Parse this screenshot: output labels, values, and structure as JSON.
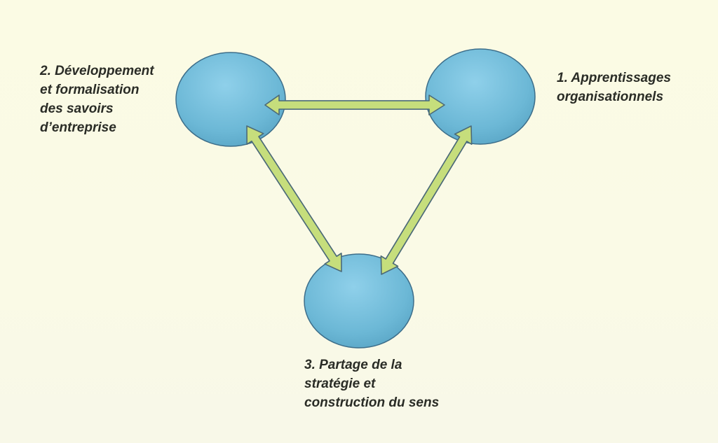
{
  "diagram": {
    "nodes": [
      {
        "id": "1",
        "lines": [
          "1. Apprentissages",
          "organisationnels"
        ]
      },
      {
        "id": "2",
        "lines": [
          "2. Développement",
          "et formalisation",
          "des savoirs",
          "d’entreprise"
        ]
      },
      {
        "id": "3",
        "lines": [
          "3. Partage de la",
          "stratégie et",
          "construction du sens"
        ]
      }
    ],
    "edges": [
      {
        "from": "2",
        "to": "1",
        "bidirectional": true
      },
      {
        "from": "2",
        "to": "3",
        "bidirectional": true
      },
      {
        "from": "1",
        "to": "3",
        "bidirectional": true
      }
    ],
    "colors": {
      "background": "#fbfbe6",
      "node_fill": "#6fbcd9",
      "node_stroke": "#3d6e8a",
      "arrow_fill": "#c6de7c",
      "arrow_stroke": "#4c6a78",
      "label_text": "#2a2c26"
    }
  }
}
